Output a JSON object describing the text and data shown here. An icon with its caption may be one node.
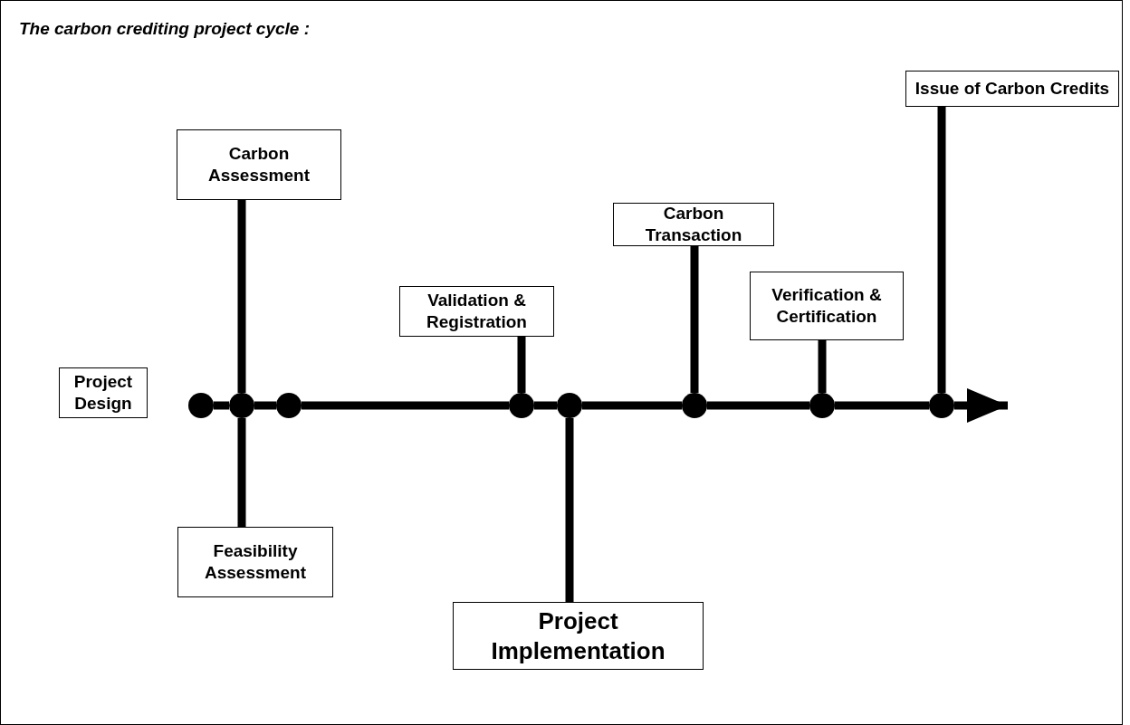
{
  "diagram": {
    "title": "The carbon crediting project cycle :",
    "nodes": [
      {
        "text": [
          "Project Design"
        ]
      },
      {
        "text": [
          "Carbon Assessment"
        ]
      },
      {
        "text": [
          "Feasibility Assessment"
        ]
      },
      {
        "text": [
          "Validation & Registration"
        ]
      },
      {
        "text": [
          "Project Implementation"
        ]
      },
      {
        "text": [
          "Carbon Transaction"
        ]
      },
      {
        "text": [
          "Verification & Certification"
        ]
      },
      {
        "text": [
          "Issue of Carbon Credits"
        ]
      },
      {
        "text": [],
        "shape": "circle"
      },
      {
        "text": [],
        "shape": "circle"
      },
      {
        "text": [],
        "shape": "circle"
      },
      {
        "text": [],
        "shape": "circle"
      },
      {
        "text": [],
        "shape": "circle"
      },
      {
        "text": [],
        "shape": "circle"
      },
      {
        "text": [],
        "shape": "circle"
      },
      {
        "text": [],
        "shape": "circle"
      }
    ],
    "edges": [
      {
        "from": 8,
        "to": 9,
        "arrow": "none"
      },
      {
        "from": 9,
        "to": 10,
        "arrow": "none"
      },
      {
        "from": 10,
        "to": 11,
        "arrow": "none"
      },
      {
        "from": 11,
        "to": 12,
        "arrow": "none"
      },
      {
        "from": 12,
        "to": 13,
        "arrow": "none"
      },
      {
        "from": 13,
        "to": 14,
        "arrow": "none"
      },
      {
        "from": 14,
        "to": 15,
        "arrow": "none"
      },
      {
        "from": 15,
        "to": null,
        "arrow": "to"
      },
      {
        "from": 1,
        "to": 9,
        "arrow": "none"
      },
      {
        "from": 2,
        "to": 9,
        "arrow": "none"
      },
      {
        "from": 3,
        "to": 11,
        "arrow": "none"
      },
      {
        "from": 4,
        "to": 12,
        "arrow": "none"
      },
      {
        "from": 5,
        "to": 13,
        "arrow": "none"
      },
      {
        "from": 6,
        "to": 14,
        "arrow": "none"
      },
      {
        "from": 7,
        "to": 15,
        "arrow": "none"
      }
    ]
  }
}
